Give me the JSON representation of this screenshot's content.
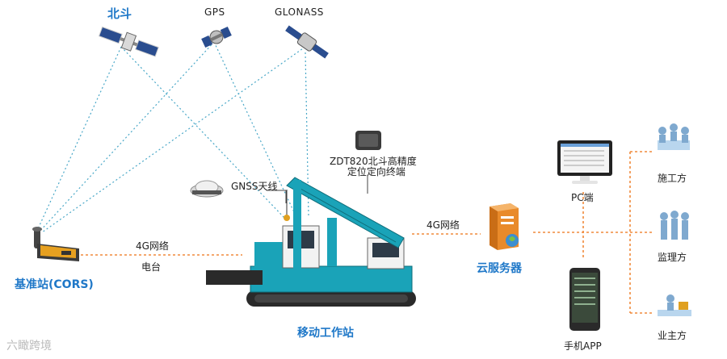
{
  "satellites": {
    "beidou": "北斗",
    "gps": "GPS",
    "glonass": "GLONASS"
  },
  "base_station": {
    "label": "基准站(CORS)"
  },
  "link_base_mobile": {
    "network": "4G网络",
    "radio": "电台"
  },
  "gnss_antenna": "GNSS天线",
  "terminal": {
    "line1": "ZDT820北斗高精度",
    "line2": "定位定向终端"
  },
  "mobile_station": "移动工作站",
  "link_mobile_cloud": "4G网络",
  "cloud_server": "云服务器",
  "pc": "PC端",
  "phone_app": "手机APP",
  "parties": {
    "construction": "施工方",
    "supervision": "监理方",
    "owner": "业主方"
  },
  "watermark": "六瞰跨境",
  "colors": {
    "accent_blue": "#1f78c8",
    "link_orange": "#f08a3c",
    "crane_teal": "#1aa3b8",
    "sky_line": "#4aa8c8"
  }
}
